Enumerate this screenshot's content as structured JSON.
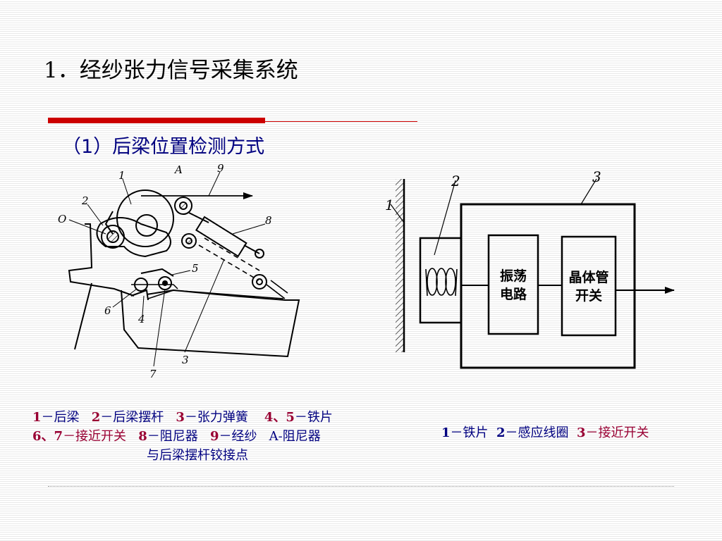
{
  "slide": {
    "title": "1．经纱张力信号采集系统",
    "subtitle": "（1）后梁位置检测方式"
  },
  "left_diagram": {
    "labels": [
      "1",
      "2",
      "O",
      "A",
      "9",
      "8",
      "5",
      "6",
      "4",
      "7",
      "3"
    ]
  },
  "right_diagram": {
    "labels": [
      "1",
      "2",
      "3"
    ],
    "box_oscillator": [
      "振荡",
      "电路"
    ],
    "box_transistor": [
      "晶体管",
      "开关"
    ]
  },
  "captions": {
    "left_line1": [
      {
        "num": "1",
        "text": "－后梁"
      },
      {
        "num": "2",
        "text": "－后梁摆杆"
      },
      {
        "num": "3",
        "text": "－张力弹簧"
      },
      {
        "num": "4、5",
        "text": "－铁片"
      }
    ],
    "left_line2": [
      {
        "num": "6、7",
        "text": "－接近开关"
      },
      {
        "num": "8",
        "text": "－阻尼器"
      },
      {
        "num": "9",
        "text": "－经纱"
      },
      {
        "num": "",
        "text": "A-阻尼器"
      }
    ],
    "left_line3": "与后梁摆杆铰接点",
    "right_line": [
      {
        "num": "1",
        "text": "－铁片"
      },
      {
        "num": "2",
        "text": "－感应线圈"
      },
      {
        "num": "3",
        "text": "－接近开关"
      }
    ]
  },
  "colors": {
    "title_bar": "#cc0000",
    "subtitle": "#000080",
    "caption_navy": "#000080",
    "caption_maroon": "#990033"
  }
}
